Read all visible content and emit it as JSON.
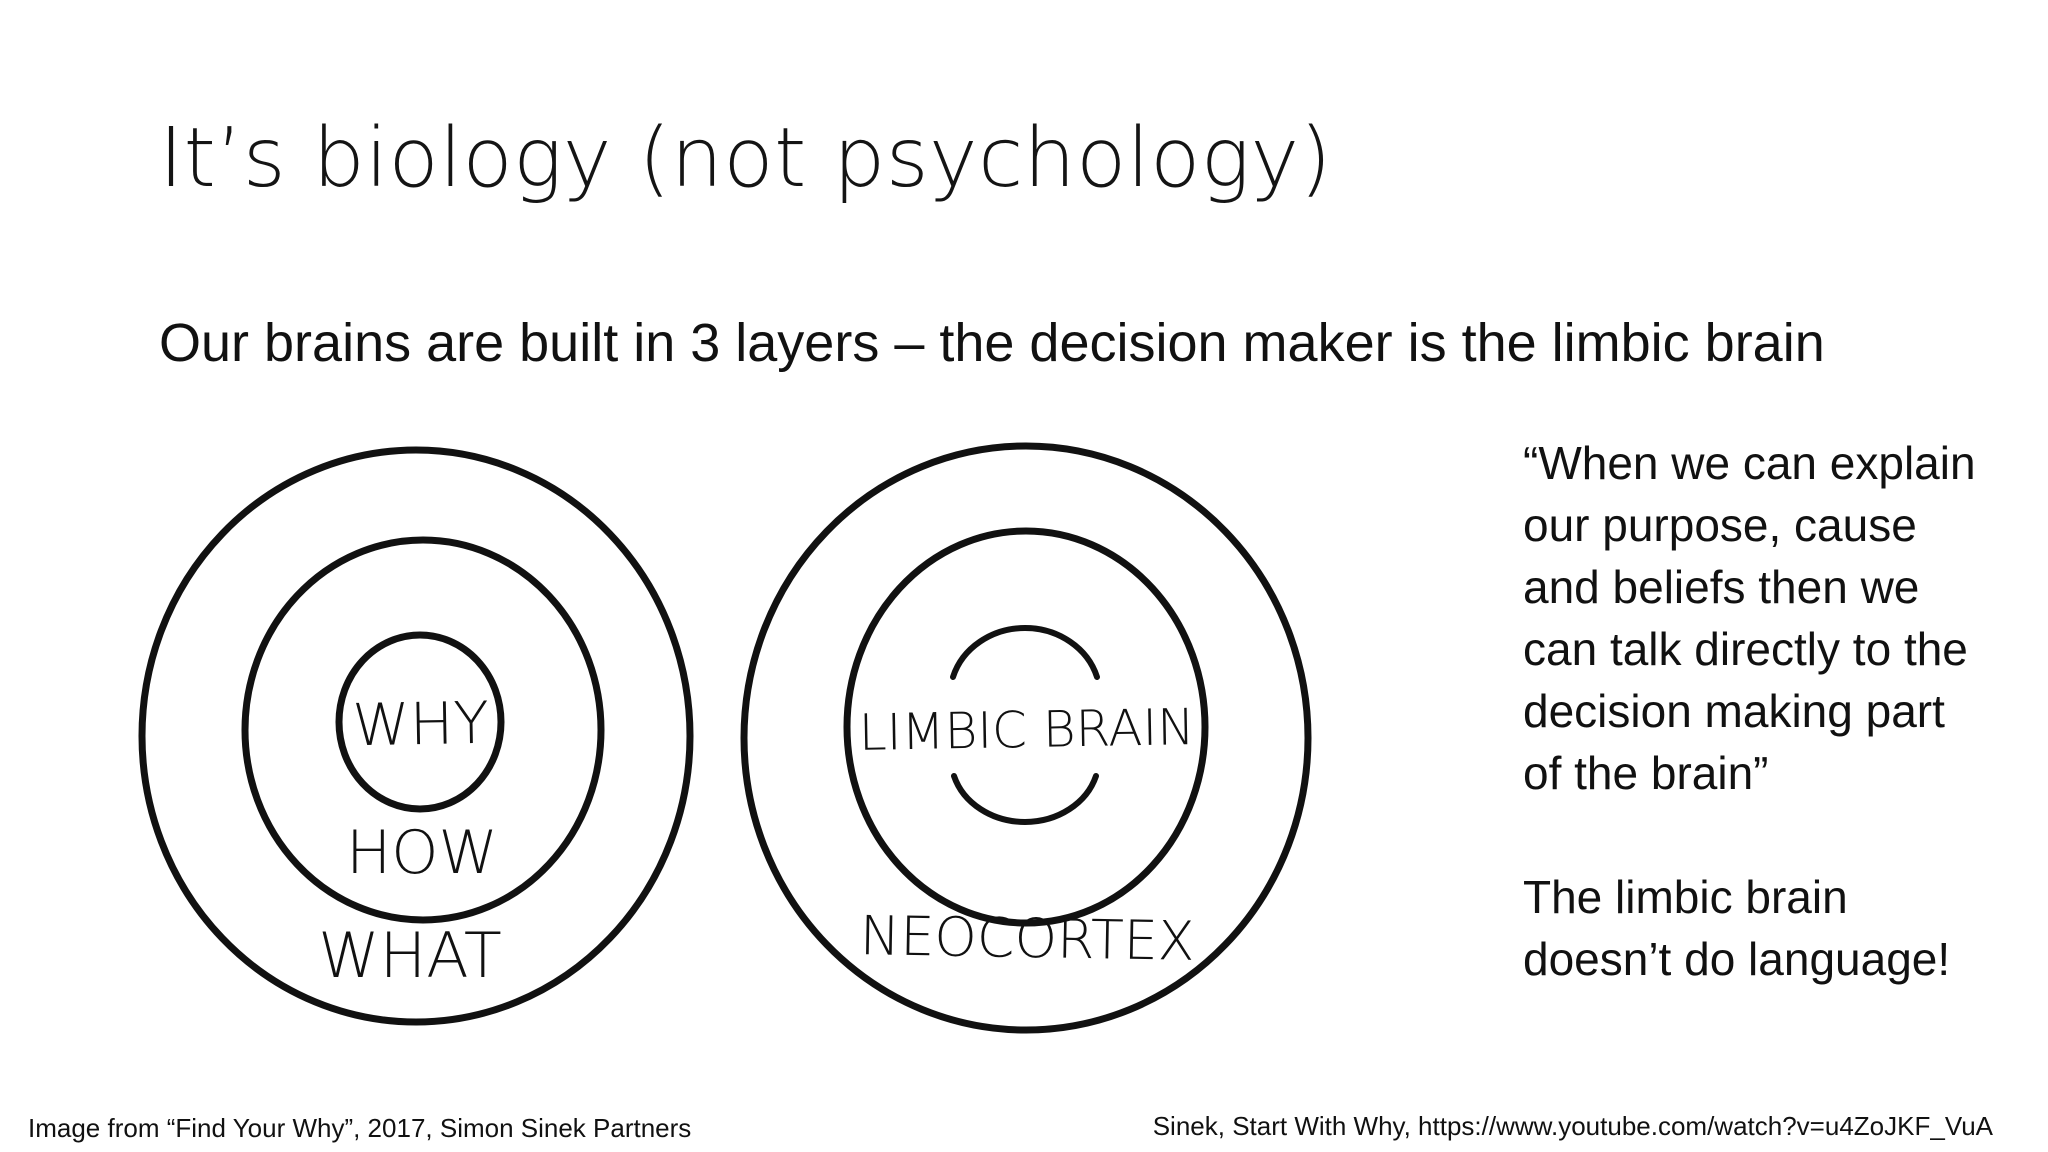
{
  "slide": {
    "title": "It’s biology (not psychology)",
    "subtitle": "Our brains are built in 3 layers – the decision maker is the limbic brain"
  },
  "diagram": {
    "golden_circle": {
      "inner": "WHY",
      "middle": "HOW",
      "outer": "WHAT"
    },
    "brain_circle": {
      "inner": "LIMBIC BRAIN",
      "outer": "NEOCORTEX"
    }
  },
  "quote": {
    "lines": [
      "“When we can explain",
      "our purpose, cause",
      "and beliefs then we",
      "can talk directly to the",
      "decision making part",
      "of the brain”"
    ],
    "note_lines": [
      "The limbic brain",
      "doesn’t do language!"
    ]
  },
  "captions": {
    "image_credit": "Image from “Find Your Why”, 2017, Simon Sinek Partners",
    "source": "Sinek, Start With Why, https://www.youtube.com/watch?v=u4ZoJKF_VuA"
  }
}
